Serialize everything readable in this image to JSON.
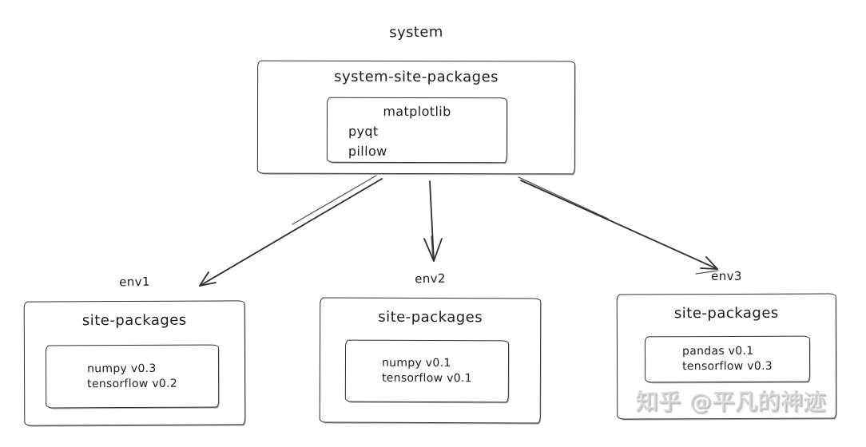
{
  "system": {
    "label": "system",
    "box_title": "system-site-packages",
    "packages": [
      "matplotlib",
      "pyqt",
      "pillow"
    ]
  },
  "environments": [
    {
      "name": "env1",
      "box_title": "site-packages",
      "packages": [
        "numpy v0.3",
        "tensorflow v0.2"
      ]
    },
    {
      "name": "env2",
      "box_title": "site-packages",
      "packages": [
        "numpy v0.1",
        "tensorflow v0.1"
      ]
    },
    {
      "name": "env3",
      "box_title": "site-packages",
      "packages": [
        "pandas v0.1",
        "tensorflow v0.3"
      ]
    }
  ],
  "watermark": "知乎 @平凡的神迹",
  "colors": {
    "stroke": "#2e2e2e",
    "text": "#1c1c1c",
    "background": "#ffffff",
    "watermark": "#b9b9b9"
  }
}
